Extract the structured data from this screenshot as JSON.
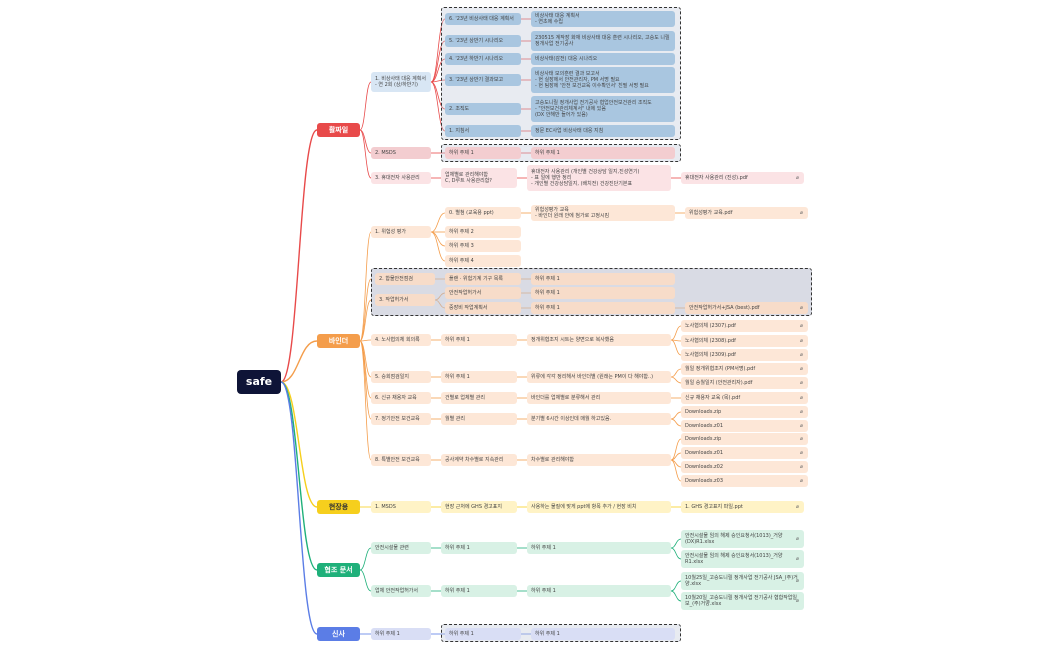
{
  "root": "safe",
  "colors": {
    "red": "#e84a4a",
    "orange": "#f49d4b",
    "yellow": "#f6cf1d",
    "green": "#1fb07a",
    "blue": "#5b7de6"
  },
  "branches": {
    "b1": "활짜일",
    "b2": "바인더",
    "b3": "현장용",
    "b4": "협조 문서",
    "b5": "신사"
  },
  "red": {
    "n1": "1. 비상사태 대응 계획서\n- 연 2회 (상/하반기)",
    "c6": "6. '23년 비상사태 대응 계획서",
    "c6d": "비상사태 대응 계획서\n- 연초에 수립",
    "c5": "5. '23년 상반기 시나리오",
    "c5d": "230515 계작장 화재 비상사태 대응 훈련 시나리오, 고승도 니릴 정개사업 전기공사",
    "c4": "4. '23년 하반기 시나리오",
    "c4d": "비상사태(감전) 대응 시나리오",
    "c3": "3. '23년 상반기 결과보고",
    "c3d": "비상사태 모의훈련 결과 보고서\n- 현 실장에서 안전관리자, PM 서명 필요\n- 현 팀장에 '안전 보건교육 이수확인서' 친필 서명 필요",
    "c2": "2. 조직도",
    "c2d": "고승도니릴 정개사업 전기공사 협업안전보건관리 조직도\n- \"안전보건관리체계서\" 내에 있음\n(DX 안해만 들어가 있음)",
    "c1": "1. 지침서",
    "c1d": "정문 EC사업 비상사태 대응 지침",
    "n2": "2. MSDS",
    "n2a": "하위 주제 1",
    "n2b": "하위 주제 1",
    "n3": "3. 휴대전자 사용관리",
    "n3a": "업체별로 관리해야함\nC, D루트 사용관리함?",
    "n3b": "휴대전자 사용관리 (개인별 건강상담 일지,진성연기)\n- 표 일에 행만 정리\n- 개인별 건강상담일지, (배치전) 건강진단기본표",
    "n3c": "휴대전자 사용관리 (진성).pdf"
  },
  "orange": {
    "o1": "1. 위험성 평가",
    "o1a": "0. 별첨 (교육용 ppt)",
    "o1ad": "위험성평가 교육\n- 바인더 원래 안에 첨가로 고정시킴",
    "o1af": "위험성평가 교육.pdf",
    "o1b": "하위 주제 2",
    "o1c": "하위 주제 3",
    "o1d": "하위 주제 4",
    "o2": "2. 합물안전점검",
    "o2a": "플랜 · 위험기계 기구 목록",
    "o2b": "하위 주제 1",
    "o3": "3. 작업허가서",
    "o3a": "안전작업허가서",
    "o3ab": "하위 주제 1",
    "o3b": "중장비 작업계획서",
    "o3bb": "하위 주제 1",
    "o3bf": "안전작업허가서+JSA (best).pdf",
    "o4": "4. 노사협의체 회의록",
    "o4a": "하위 주제 1",
    "o4b": "정개위협조지 시트는 양면으로 복사했음",
    "o4f1": "노사협의체 (2307).pdf",
    "o4f2": "노사협의체 (2308).pdf",
    "o4f3": "노사협의체 (2309).pdf",
    "o5": "5. 승회점검일지",
    "o5a": "하위 주제 1",
    "o5b": "위류에 각각 정리해서 바인더별 (원래는 PM이 다 해야함..)",
    "o5f1": "월일 정개위협조지 (PM서명).pdf",
    "o5f2": "월일 승월일지 (안전관리자).pdf",
    "o6": "6. 신규 채용자 교육",
    "o6a": "건별로 업체별 관리",
    "o6b": "바인더를 업체별로 분류해서 관리",
    "o6f": "신규 채용자 교육 (목).pdf",
    "o7": "7. 정기안전 보건교육",
    "o7a": "월별 관리",
    "o7b": "분기별 6시간 이상인데 매월 하고있음.",
    "o7f1": "Downloads.zip",
    "o7f2": "Downloads.z01",
    "o8": "8. 특별안전 보건교육",
    "o8a": "공사계약 차수별로 지속관리",
    "o8b": "차수별로 관리해야함",
    "o8f1": "Downloads.zip",
    "o8f2": "Downloads.z01",
    "o8f3": "Downloads.z02",
    "o8f4": "Downloads.z03"
  },
  "yellow": {
    "y1": "1. MSDS",
    "y1a": "현장 근처에 GHS 경고표지",
    "y1b": "사용하는 물질에 맞게 ppt에 항목 추가 / 현장 비치",
    "y1f": "1. GHS 경고표지 파일.ppt"
  },
  "green": {
    "g1": "안전시설물 관련",
    "g1a": "하위 주제 1",
    "g1b": "하위 주제 1",
    "g1f1": "안전시설물 임의 해제 승인요청서(1013)_거양(DX)R1.xlsx",
    "g1f2": "안전시설물 임의 해제 승인요청서(1013)_거양R1.xlsx",
    "g2": "업체 안전작업허가서",
    "g2a": "하위 주제 1",
    "g2b": "하위 주제 1",
    "g2f1": "10월25일_고승도니릴 정개사업 전기공사 JSA_(주)거양.xlsx",
    "g2f2": "10월20일_고승도니릴 정개사업 전기공사 협합작업일보_(주)거양.xlsx"
  },
  "blue": {
    "v1": "하위 주제 1",
    "v1a": "하위 주제 1",
    "v1b": "하위 주제 1"
  },
  "icons": {
    "attachment": "paperclip-icon"
  }
}
